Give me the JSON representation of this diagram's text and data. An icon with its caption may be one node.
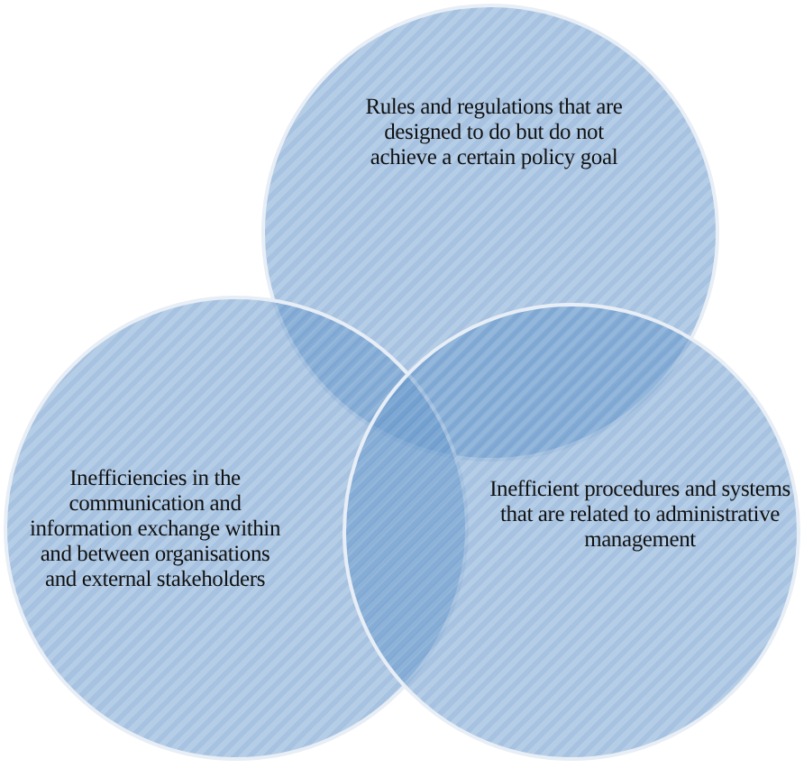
{
  "diagram": {
    "nodes": [
      {
        "text": [
          "Rules and regulations that are designed to do but do not achieve a certain policy goal"
        ]
      },
      {
        "text": [
          "Inefficiencies in the communication and information exchange within and between organisations and external stakeholders"
        ]
      },
      {
        "text": [
          "Inefficient procedures and systems that are related to administrative management"
        ]
      }
    ]
  }
}
